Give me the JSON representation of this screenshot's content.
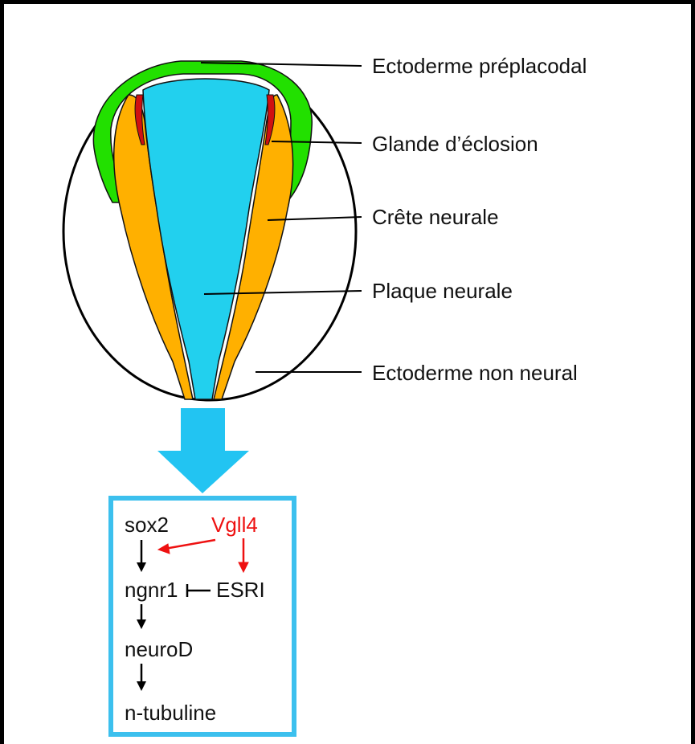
{
  "labels": {
    "preplacodal": "Ectoderme préplacodal",
    "hatching_gland": "Glande d’éclosion",
    "neural_crest": "Crête neurale",
    "neural_plate": "Plaque neurale",
    "non_neural": "Ectoderme non neural"
  },
  "genes": {
    "sox2": "sox2",
    "vgll4": "Vgll4",
    "ngnr1": "ngnr1",
    "esri": "ESRI",
    "neurod": "neuroD",
    "ntubuline": "n-tubuline"
  },
  "colors": {
    "preplacodal": "#22e000",
    "hatching_gland": "#d01010",
    "neural_crest": "#ffb000",
    "neural_plate": "#22d0ee",
    "arrow": "#22c4f2",
    "box_border": "#3cc0ee",
    "regulator": "#ee1111",
    "text": "#111111"
  }
}
